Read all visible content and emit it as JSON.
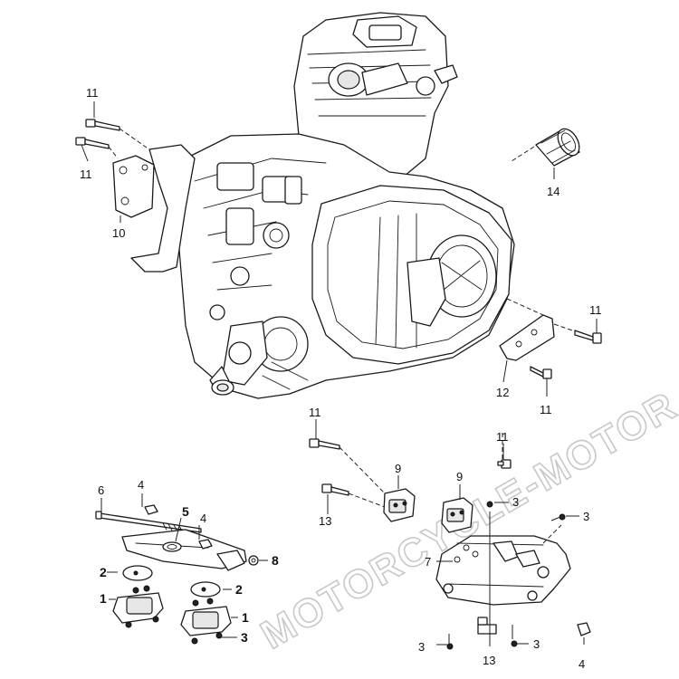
{
  "watermark": "MOTORCYCLE-MOTOR",
  "callouts": {
    "c11_top": "11",
    "c11_left": "11",
    "c10": "10",
    "c14": "14",
    "c11_right": "11",
    "c12": "12",
    "c11_right_low": "11",
    "c11_mid": "11",
    "c9_mid": "9",
    "c13_mid": "13",
    "c11_br": "11",
    "c9_right": "9",
    "c3_r1": "3",
    "c3_r2": "3",
    "c7": "7",
    "c3_r3": "3",
    "c13_br": "13",
    "c3_r4": "3",
    "c4_br": "4",
    "c6": "6",
    "c4_l1": "4",
    "c5": "5",
    "c4_l2": "4",
    "c8": "8",
    "c2_l1": "2",
    "c2_l2": "2",
    "c1_l1": "1",
    "c1_l2": "1",
    "c3_l": "3"
  }
}
